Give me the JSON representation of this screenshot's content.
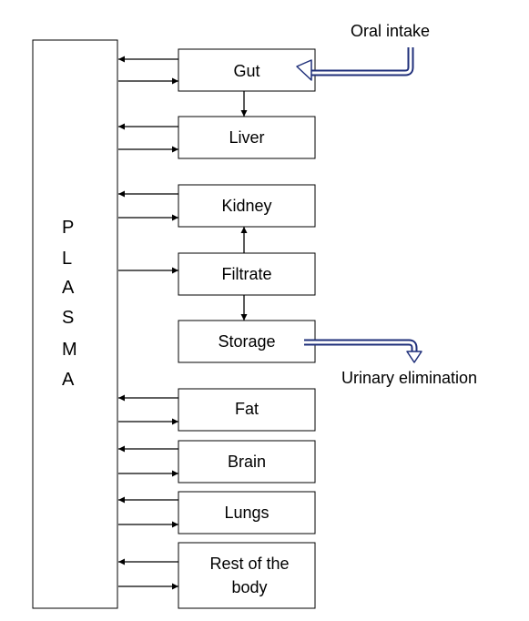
{
  "plasma": {
    "letters": [
      "P",
      "L",
      "A",
      "S",
      "M",
      "A"
    ]
  },
  "compartments": {
    "gut": "Gut",
    "liver": "Liver",
    "kidney": "Kidney",
    "filtrate": "Filtrate",
    "storage": "Storage",
    "fat": "Fat",
    "brain": "Brain",
    "lungs": "Lungs",
    "rest_line1": "Rest of the",
    "rest_line2": "body"
  },
  "labels": {
    "oral_intake": "Oral intake",
    "urinary_elimination": "Urinary elimination"
  },
  "colors": {
    "line": "#000000",
    "hollow_arrow": "#1f2f7a"
  }
}
